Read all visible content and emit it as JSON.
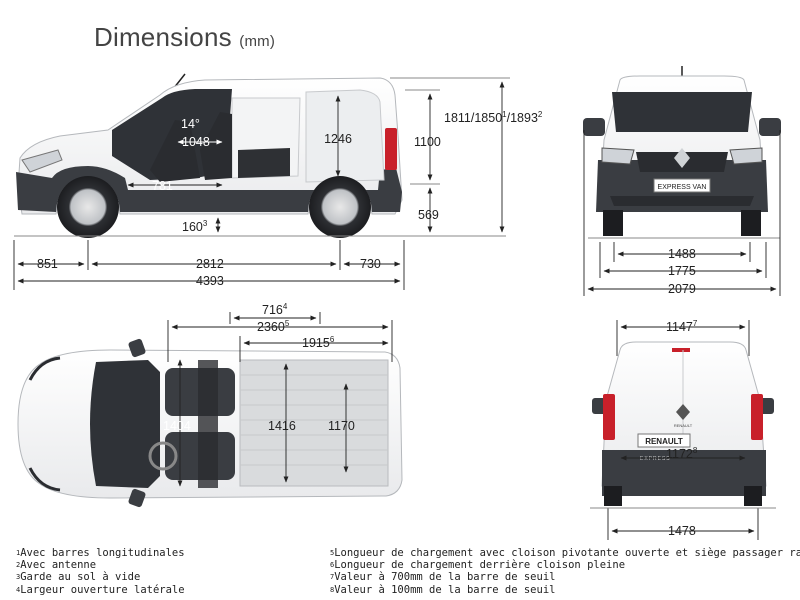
{
  "title": {
    "main": "Dimensions",
    "unit": "(mm)"
  },
  "side_view": {
    "angle": "14°",
    "d1048": "1048",
    "d781": "781",
    "d1246": "1246",
    "d160": "160",
    "d160_sup": "3",
    "total_height": "1811/1850",
    "h_sup1": "1",
    "h_mid": "/1893",
    "h_sup2": "2",
    "d1100": "1100",
    "d569": "569",
    "front_overhang": "851",
    "wheelbase": "2812",
    "rear_overhang": "730",
    "length": "4393"
  },
  "front_view": {
    "badge": "EXPRESS VAN",
    "track": "1488",
    "width": "1775",
    "width_mirrors": "2079"
  },
  "top_view": {
    "d716": "716",
    "d716_sup": "4",
    "d2360": "2360",
    "d2360_sup": "5",
    "d1915": "1915",
    "d1915_sup": "6",
    "d1404": "1404",
    "d1416": "1416",
    "d1170": "1170"
  },
  "rear_view": {
    "brand": "RENAULT",
    "model": "EXPRESS",
    "d1147": "1147",
    "d1147_sup": "7",
    "d1172": "1172",
    "d1172_sup": "8",
    "d1478": "1478"
  },
  "footnotes_left": [
    {
      "num": "1",
      "text": "Avec barres longitudinales"
    },
    {
      "num": "2",
      "text": "Avec antenne"
    },
    {
      "num": "3",
      "text": "Garde au sol à vide"
    },
    {
      "num": "4",
      "text": "Largeur ouverture latérale"
    }
  ],
  "footnotes_right": [
    {
      "num": "5",
      "text": "Longueur de chargement avec cloison pivotante ouverte et siège passager rabattu"
    },
    {
      "num": "6",
      "text": "Longueur de chargement derrière cloison pleine"
    },
    {
      "num": "7",
      "text": "Valeur à 700mm de la barre de seuil"
    },
    {
      "num": "8",
      "text": "Valeur à 100mm de la barre de seuil"
    }
  ],
  "colors": {
    "body": "#ffffff",
    "dark": "#3a3d42",
    "line": "#222222",
    "tail": "#c8202a"
  }
}
